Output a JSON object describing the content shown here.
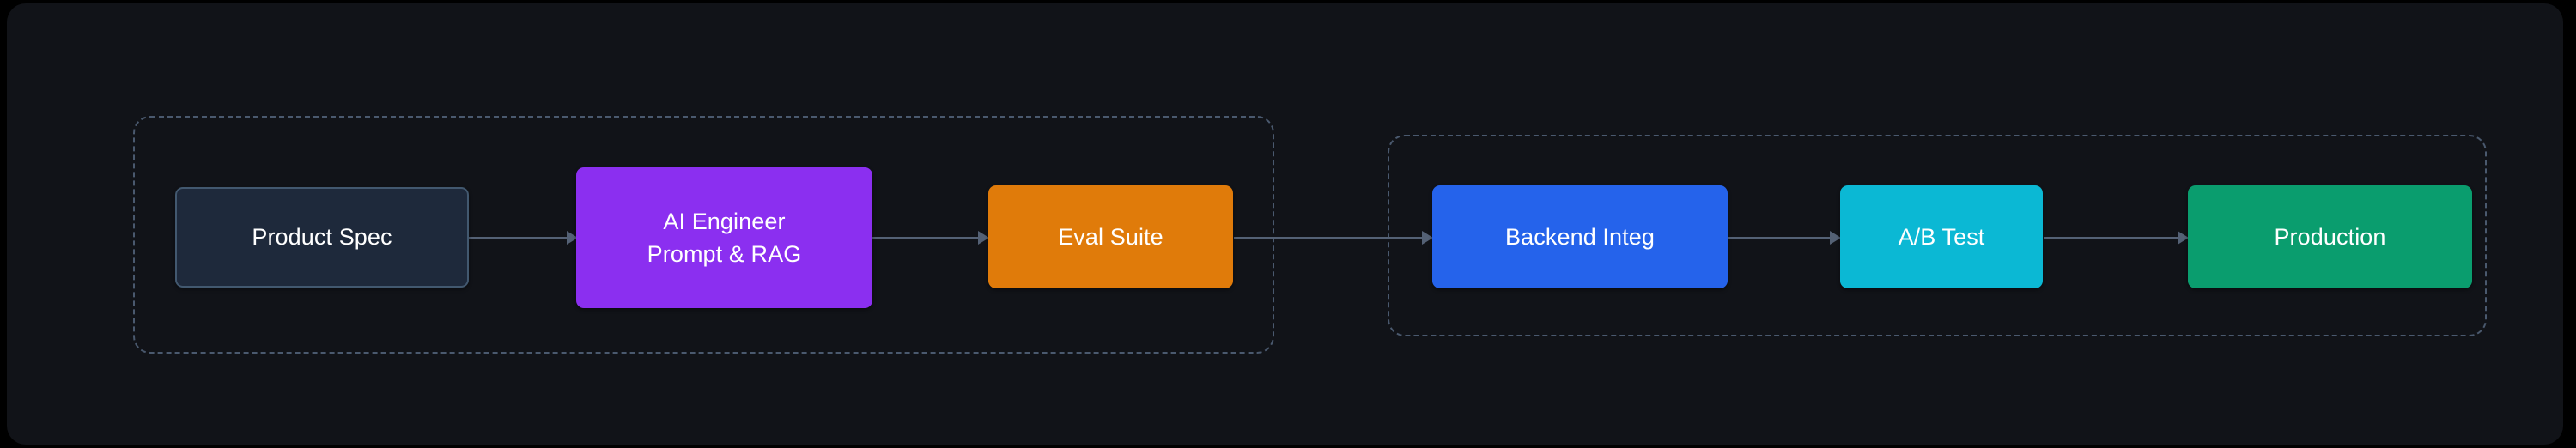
{
  "diagram": {
    "type": "flowchart",
    "orientation": "left-to-right",
    "canvas": {
      "background_color": "#000000",
      "panel_color": "#111318"
    },
    "groups": [
      {
        "id": "group-build",
        "border_style": "dashed",
        "border_color": "#4a596e",
        "node_ids": [
          "product-spec",
          "ai-engineer",
          "eval-suite"
        ]
      },
      {
        "id": "group-ship",
        "border_style": "dashed",
        "border_color": "#4a596e",
        "node_ids": [
          "backend-integ",
          "ab-test",
          "production"
        ]
      }
    ],
    "nodes": [
      {
        "id": "product-spec",
        "label": "Product Spec",
        "lines": [
          "Product Spec"
        ],
        "fill": "#1e293b",
        "border_color": "#42586f",
        "text_color": "#ffffff"
      },
      {
        "id": "ai-engineer",
        "label": "AI Engineer Prompt & RAG",
        "lines": [
          "AI Engineer",
          "Prompt & RAG"
        ],
        "fill": "#8b2ff0",
        "border_color": "none",
        "text_color": "#ffffff"
      },
      {
        "id": "eval-suite",
        "label": "Eval Suite",
        "lines": [
          "Eval Suite"
        ],
        "fill": "#e07b0a",
        "border_color": "none",
        "text_color": "#ffffff"
      },
      {
        "id": "backend-integ",
        "label": "Backend Integ",
        "lines": [
          "Backend Integ"
        ],
        "fill": "#2563eb",
        "border_color": "none",
        "text_color": "#ffffff"
      },
      {
        "id": "ab-test",
        "label": "A/B Test",
        "lines": [
          "A/B Test"
        ],
        "fill": "#0bb8d4",
        "border_color": "none",
        "text_color": "#ffffff"
      },
      {
        "id": "production",
        "label": "Production",
        "lines": [
          "Production"
        ],
        "fill": "#0a9d6e",
        "border_color": "none",
        "text_color": "#ffffff"
      }
    ],
    "edges": [
      {
        "id": "edge-1",
        "from": "product-spec",
        "to": "ai-engineer",
        "arrow": "single",
        "color": "#546175"
      },
      {
        "id": "edge-2",
        "from": "ai-engineer",
        "to": "eval-suite",
        "arrow": "single",
        "color": "#546175"
      },
      {
        "id": "edge-3",
        "from": "eval-suite",
        "to": "backend-integ",
        "arrow": "single",
        "color": "#546175"
      },
      {
        "id": "edge-4",
        "from": "backend-integ",
        "to": "ab-test",
        "arrow": "single",
        "color": "#546175"
      },
      {
        "id": "edge-5",
        "from": "ab-test",
        "to": "production",
        "arrow": "single",
        "color": "#546175"
      }
    ]
  }
}
